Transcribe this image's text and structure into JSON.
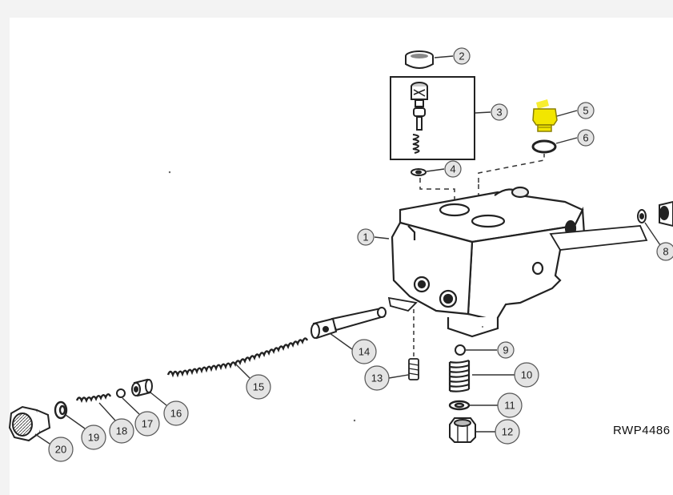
{
  "diagram": {
    "reference_code": "RWP4486",
    "highlight_color": "#f2e600",
    "callout_fill": "#e4e4e4",
    "parts": [
      {
        "id": "p1",
        "label": "1"
      },
      {
        "id": "p2",
        "label": "2"
      },
      {
        "id": "p3",
        "label": "3"
      },
      {
        "id": "p4",
        "label": "4"
      },
      {
        "id": "p5",
        "label": "5"
      },
      {
        "id": "p6",
        "label": "6"
      },
      {
        "id": "p8",
        "label": "8"
      },
      {
        "id": "p9",
        "label": "9"
      },
      {
        "id": "p10",
        "label": "10"
      },
      {
        "id": "p11",
        "label": "11"
      },
      {
        "id": "p12",
        "label": "12"
      },
      {
        "id": "p13",
        "label": "13"
      },
      {
        "id": "p14",
        "label": "14"
      },
      {
        "id": "p15",
        "label": "15"
      },
      {
        "id": "p16",
        "label": "16"
      },
      {
        "id": "p17",
        "label": "17"
      },
      {
        "id": "p18",
        "label": "18"
      },
      {
        "id": "p19",
        "label": "19"
      },
      {
        "id": "p20",
        "label": "20"
      }
    ]
  }
}
